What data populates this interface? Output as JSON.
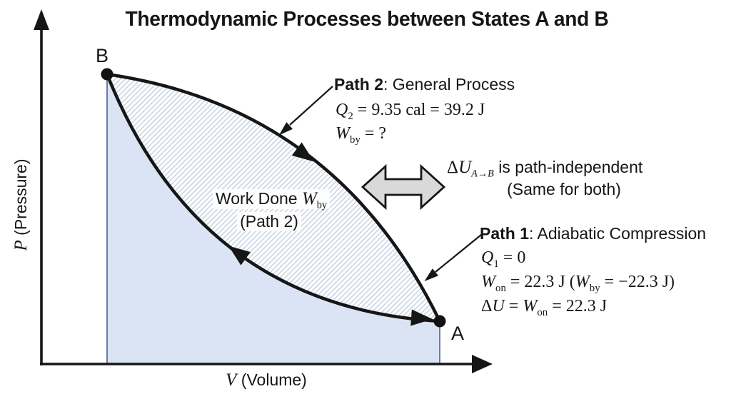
{
  "title": "Thermodynamic Processes between States A and B",
  "axes": {
    "y_symbol": "P",
    "y_label": " (Pressure)",
    "x_symbol": "V",
    "x_label": " (Volume)"
  },
  "states": {
    "b": "B",
    "a": "A"
  },
  "work_label": {
    "prefix": "Work Done ",
    "symbol": "W",
    "sub": "by",
    "line2": "(Path 2)"
  },
  "path2_note": {
    "heading_bold": "Path 2",
    "heading_rest": ": General Process",
    "q_symbol": "Q",
    "q_sub": "2",
    "q_rest": " = 9.35 cal = 39.2 J",
    "w_symbol": "W",
    "w_sub": "by",
    "w_rest": " = ?"
  },
  "center_note": {
    "delta": "Δ",
    "u_symbol": "U",
    "u_sub": "A→B",
    "rest": " is path-independent",
    "line2": "(Same for both)"
  },
  "path1_note": {
    "heading_bold": "Path 1",
    "heading_rest": ": Adiabatic Compression",
    "q_symbol": "Q",
    "q_sub": "1",
    "q_rest": " = 0",
    "w_symbol1": "W",
    "w_sub1": "on",
    "w_mid": " = 22.3 J (",
    "w_symbol2": "W",
    "w_sub2": "by",
    "w_rest": " = −22.3 J)",
    "du_delta": "Δ",
    "du_symbol": "U",
    "du_mid": " = ",
    "du_symbol2": "W",
    "du_sub2": "on",
    "du_rest": " = 22.3 J"
  },
  "colors": {
    "area_fill": "#dbe4f4",
    "area_edge": "#41619b",
    "hatch_line": "#c5d1e3",
    "double_arrow_fill": "#d9d9d9",
    "ink": "#161616"
  }
}
